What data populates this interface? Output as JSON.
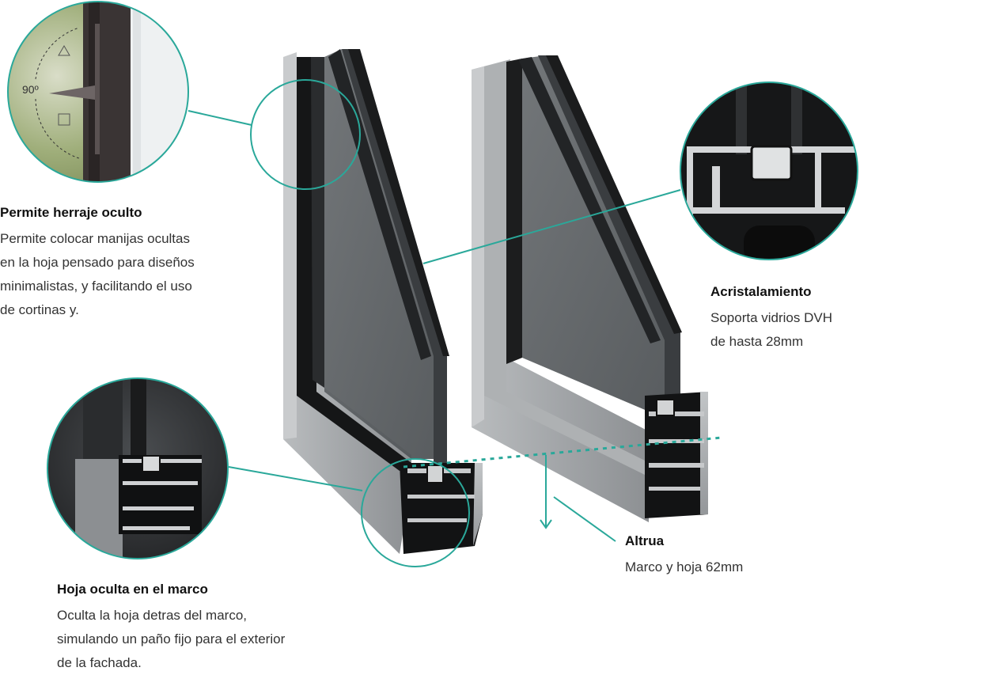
{
  "colors": {
    "accent": "#2aa89a",
    "frame": "#a7aaac",
    "frame_dark": "#7f8285",
    "glass": "#5d6164",
    "black": "#111111"
  },
  "angle_label": "90º",
  "features": {
    "hidden_hardware": {
      "title": "Permite herraje oculto",
      "lines": [
        "Permite colocar manijas ocultas",
        "en la hoja pensado para diseños",
        "minimalistas, y facilitando el uso",
        "de cortinas y."
      ]
    },
    "glazing": {
      "title": "Acristalamiento",
      "lines": [
        "Soporta vidrios DVH",
        "de hasta 28mm"
      ]
    },
    "height": {
      "title": "Altrua",
      "lines": [
        "Marco y hoja 62mm"
      ]
    },
    "hidden_leaf": {
      "title": "Hoja oculta en el marco",
      "lines": [
        "Oculta la hoja detras del marco,",
        "simulando un paño fijo para el exterior",
        "de la fachada."
      ]
    }
  }
}
